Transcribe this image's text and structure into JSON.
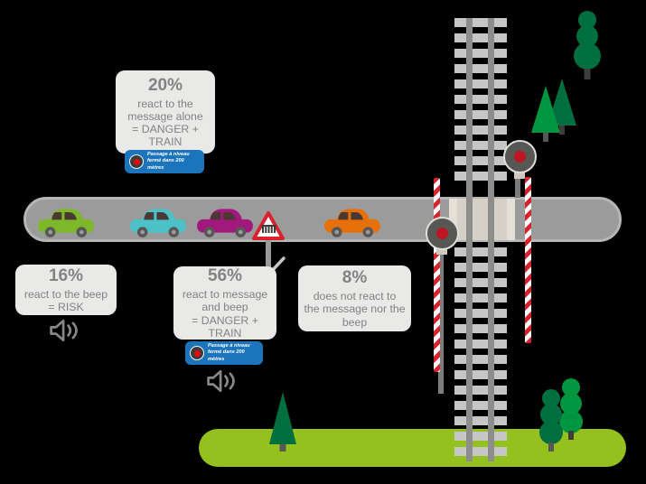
{
  "callouts": {
    "message_alone": {
      "percent": "20%",
      "lines": [
        "react to the",
        "message alone",
        "= DANGER +",
        "TRAIN"
      ]
    },
    "beep_only": {
      "percent": "16%",
      "lines": [
        "react to the beep",
        "= RISK"
      ]
    },
    "message_and_beep": {
      "percent": "56%",
      "lines": [
        "react to message",
        "and beep",
        "= DANGER +",
        "TRAIN"
      ]
    },
    "no_reaction": {
      "percent": "8%",
      "lines": [
        "does not react to",
        "the message nor the",
        "beep"
      ]
    }
  },
  "radio_badge": {
    "line1": "Passage à niveau",
    "line2": "fermé dans 200 mètres"
  },
  "colors": {
    "badge_blue": "#1c75bc",
    "barrier_red": "#d8232e",
    "signal_red": "#be1622",
    "road_gray": "#9c9b9b",
    "crossing_beige": "#d6d0c7",
    "grass_green": "#95c11f",
    "pine_dark_green": "#006f3f",
    "pine_light_green": "#009640",
    "callout_gray": "#e9e9e8",
    "text_gray": "#828282"
  },
  "scene": {
    "cars": [
      {
        "name": "green-car",
        "color": "#7db829"
      },
      {
        "name": "teal-car",
        "color": "#4cc1c8"
      },
      {
        "name": "magenta-car",
        "color": "#a2197d"
      },
      {
        "name": "orange-car",
        "color": "#e8700a"
      }
    ]
  }
}
